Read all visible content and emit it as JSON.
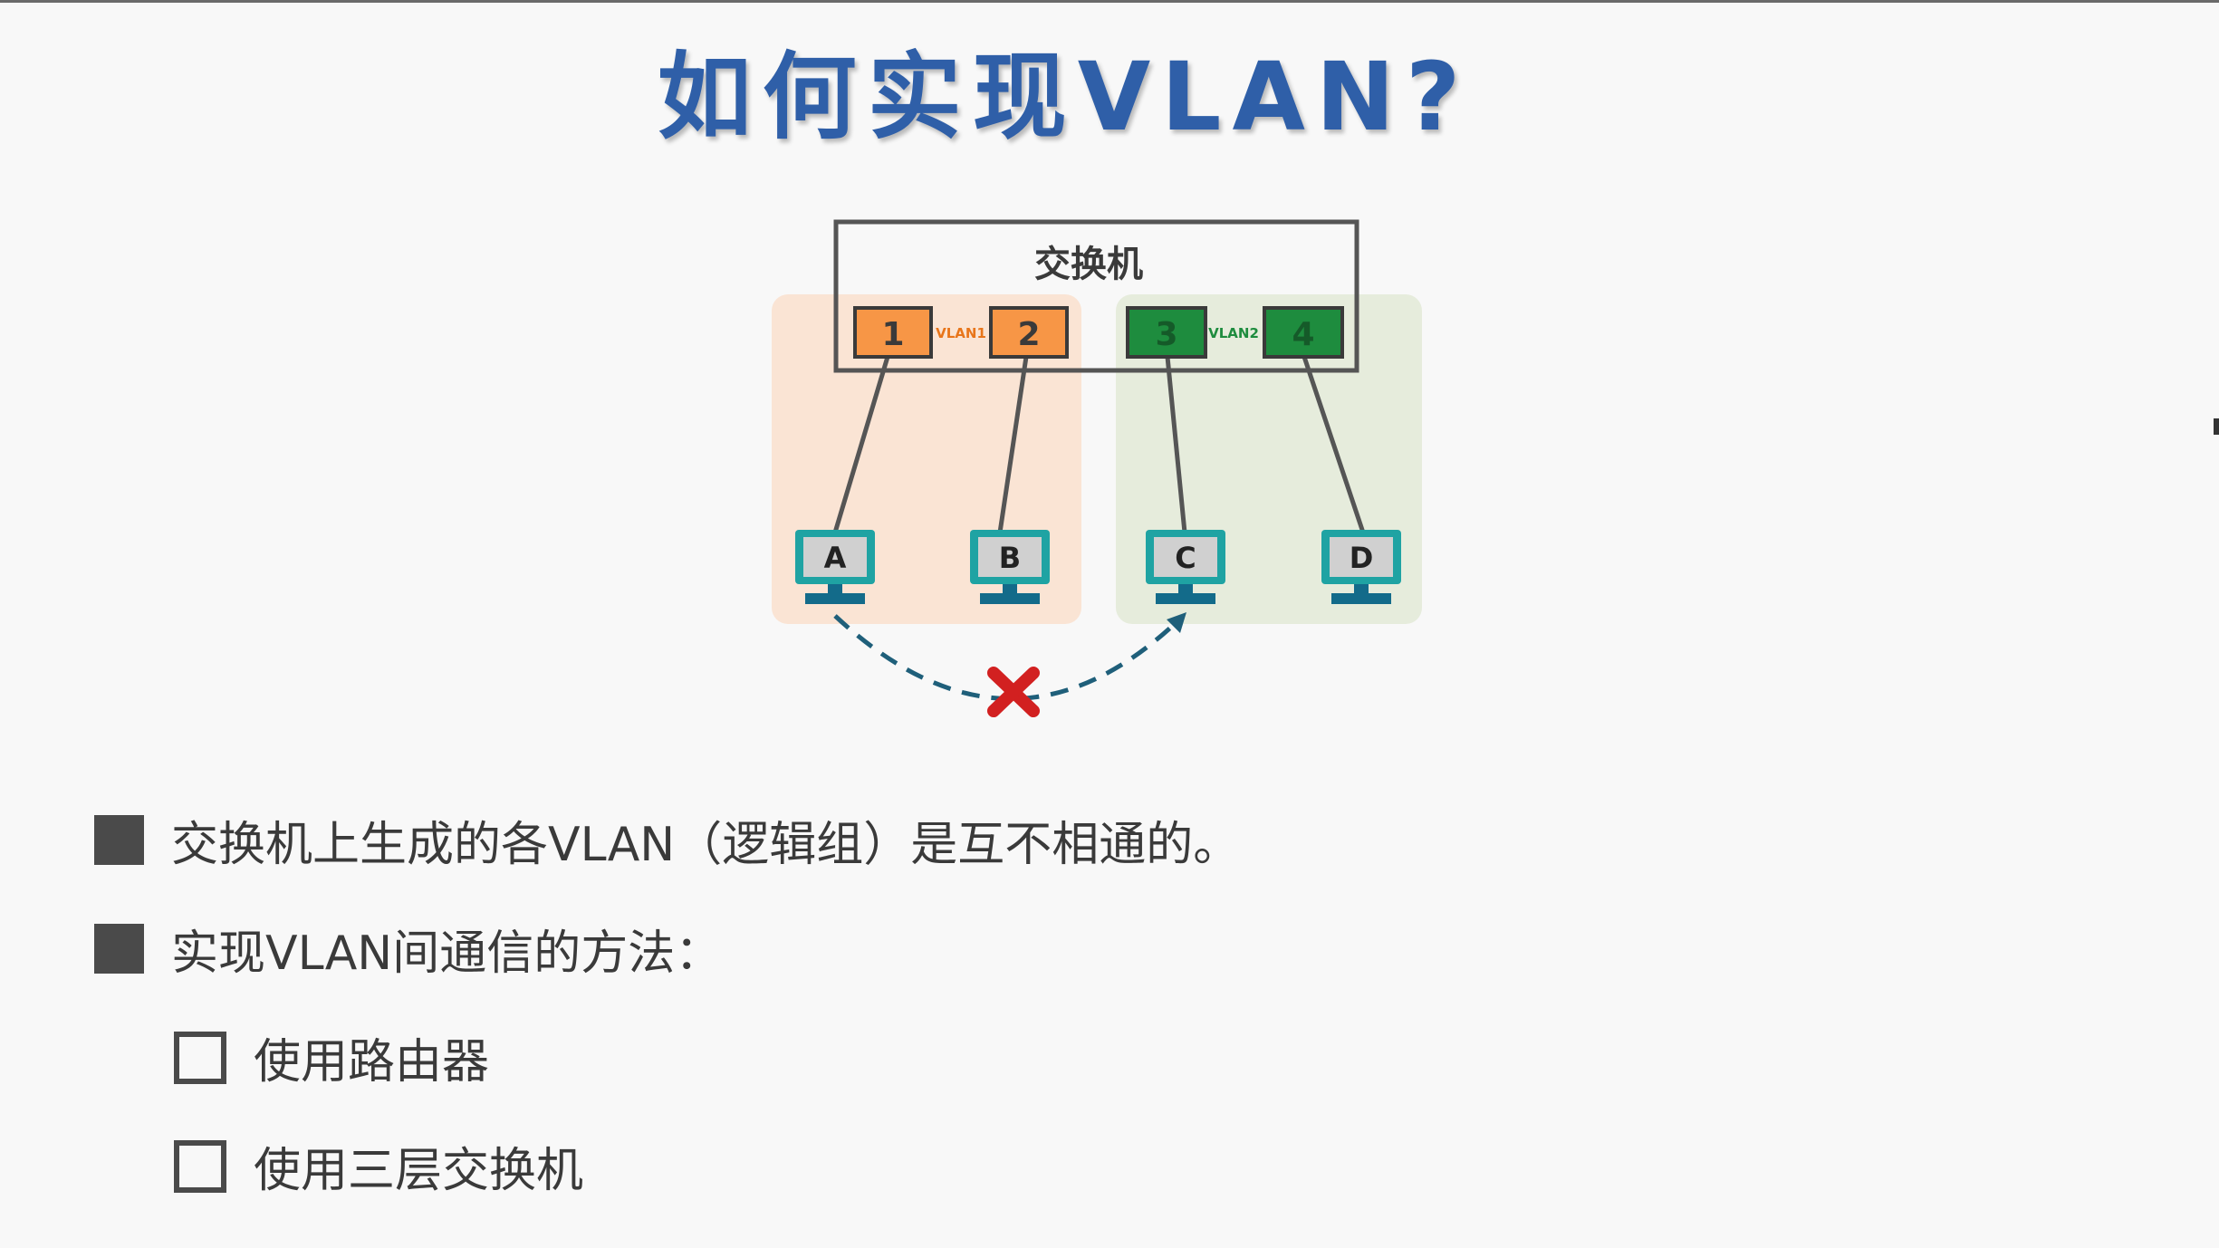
{
  "title": "如何实现VLAN?",
  "diagram": {
    "switch_label": "交换机",
    "ports": [
      {
        "label": "1",
        "vlan": "VLAN1"
      },
      {
        "label": "2",
        "vlan": "VLAN1"
      },
      {
        "label": "3",
        "vlan": "VLAN2"
      },
      {
        "label": "4",
        "vlan": "VLAN2"
      }
    ],
    "vlan_labels": [
      "VLAN1",
      "VLAN2"
    ],
    "hosts": [
      "A",
      "B",
      "C",
      "D"
    ],
    "colors": {
      "vlan1_port": "#f79646",
      "vlan1_zone": "#fae4d4",
      "vlan1_text": "#e8751a",
      "vlan2_port": "#1e8c3e",
      "vlan2_zone": "#e6ecdc",
      "vlan2_text": "#1e8c3e",
      "monitor_frame": "#1fa3a3",
      "monitor_screen": "#d0d0d0",
      "monitor_base": "#136b8a",
      "dashed_link": "#1f5f7a",
      "blocked_mark": "#d22020",
      "title": "#2f5fa8"
    }
  },
  "bullets": [
    {
      "level": 1,
      "text": "交换机上生成的各VLAN（逻辑组）是互不相通的。"
    },
    {
      "level": 1,
      "text": "实现VLAN间通信的方法："
    },
    {
      "level": 2,
      "text": "使用路由器"
    },
    {
      "level": 2,
      "text": "使用三层交换机"
    }
  ]
}
